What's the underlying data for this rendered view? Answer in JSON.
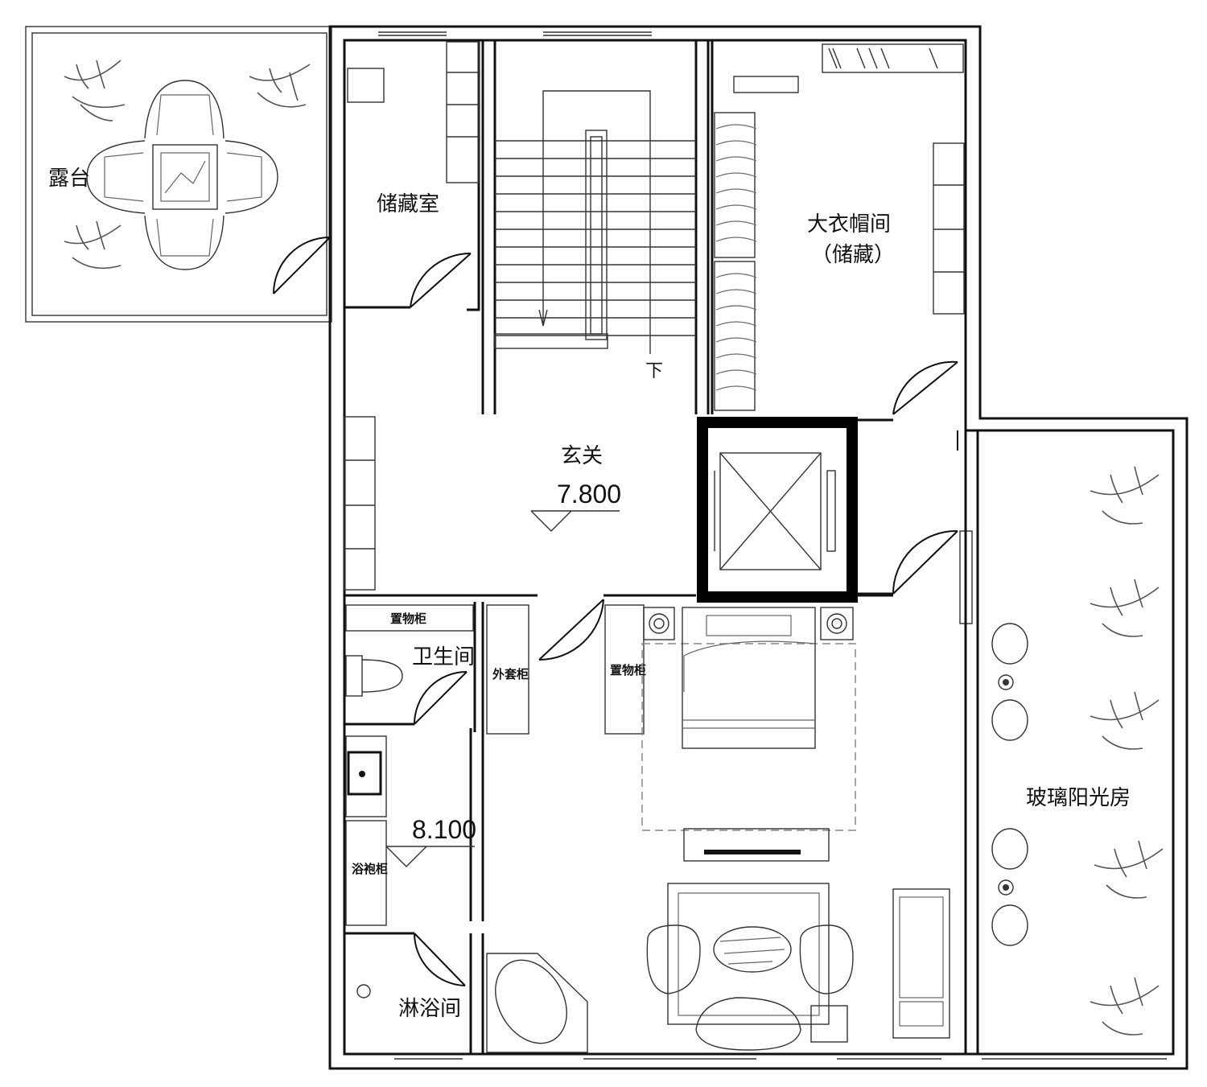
{
  "rooms": {
    "terrace": "露台",
    "storage_room": "储藏室",
    "cloakroom_line1": "大衣帽间",
    "cloakroom_line2": "（储藏）",
    "foyer": "玄关",
    "bathroom": "卫生间",
    "shower_room": "淋浴间",
    "sunroom": "玻璃阳光房"
  },
  "furniture": {
    "storage_cabinet_bath": "置物柜",
    "storage_cabinet_bed": "置物柜",
    "coat_cabinet": "外套柜",
    "bathrobe_cabinet": "浴袍柜"
  },
  "stair_direction": "下",
  "levels": {
    "foyer": "7.800",
    "bath": "8.100"
  }
}
